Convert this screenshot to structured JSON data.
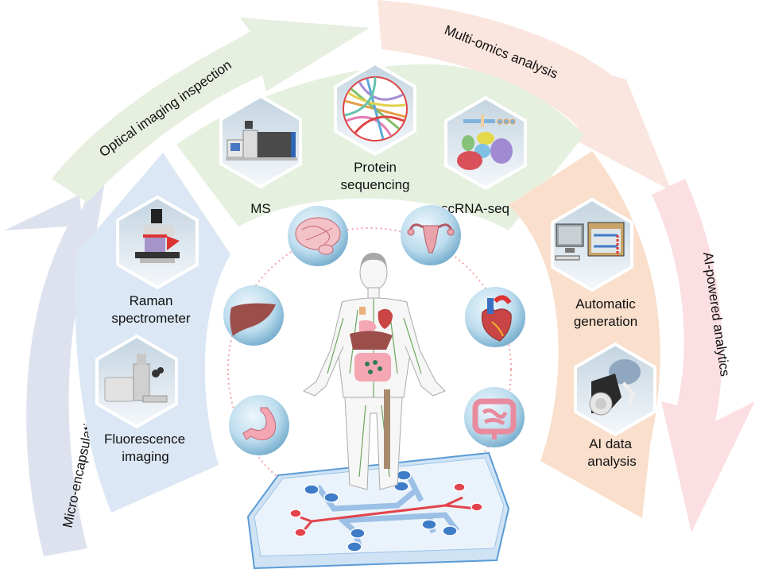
{
  "colors": {
    "arrow_blue": "#dde2ee",
    "arrow_green": "#e6efe0",
    "arrow_salmon": "#fbe6df",
    "arrow_pink": "#fbdfe2",
    "band_blue": "#dbe7f4",
    "band_green": "#e6f0df",
    "band_orange": "#f9dfcc",
    "hex_fill_top": "#c9d8e3",
    "hex_fill_bottom": "#f3f6f9",
    "sphere_outer": "#7fb3d1",
    "sphere_inner": "#d6ebf5",
    "chip_fill": "#e3effa",
    "chip_edge": "#5c9bd6",
    "channel_red": "#e2434c",
    "channel_blue": "#3f7cc8",
    "dotted_ring": "#f4a3a8"
  },
  "arrows": {
    "micro_encapsulation": "Micro-encapsulation of organoids",
    "optical_imaging": "Optical imaging inspection",
    "multi_omics": "Multi-omics analysis",
    "ai_powered": "AI-powered analytics"
  },
  "bands": {
    "optical": {
      "items": [
        {
          "icon": "raman-spectrometer-icon",
          "label_lines": [
            "Raman",
            "spectrometer"
          ]
        },
        {
          "icon": "fluorescence-microscope-icon",
          "label_lines": [
            "Fluorescence",
            "imaging"
          ]
        }
      ]
    },
    "omics": {
      "items": [
        {
          "icon": "mass-spectrometer-icon",
          "label_lines": [
            "MS"
          ]
        },
        {
          "icon": "chord-diagram-icon",
          "label_lines": [
            "Protein",
            "sequencing"
          ]
        },
        {
          "icon": "scrna-cluster-icon",
          "label_lines": [
            "scRNA-seq"
          ]
        }
      ]
    },
    "ai": {
      "items": [
        {
          "icon": "computer-pump-icon",
          "label_lines": [
            "Automatic",
            "generation"
          ]
        },
        {
          "icon": "robot-thinker-icon",
          "label_lines": [
            "AI data",
            "analysis"
          ]
        }
      ]
    }
  },
  "center": {
    "organs": [
      "brain",
      "uterus",
      "liver",
      "heart",
      "stomach",
      "intestine"
    ],
    "figure": "human-body-lymphatic",
    "chip": "organ-on-chip"
  }
}
